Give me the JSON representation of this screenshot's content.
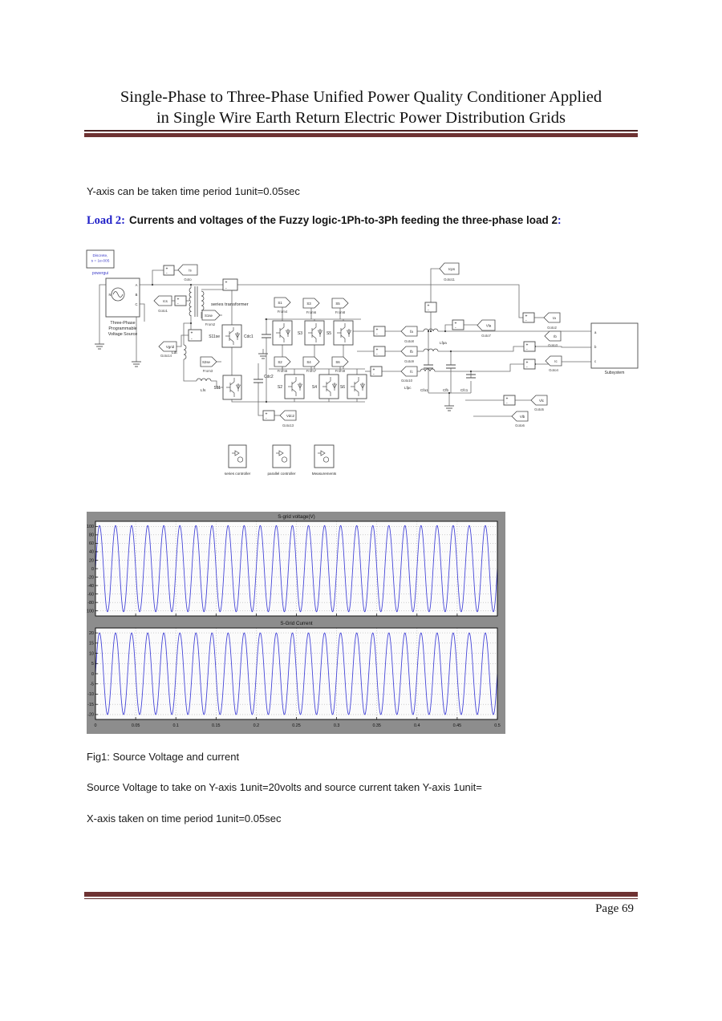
{
  "header": {
    "title_line1": "Single-Phase to Three-Phase Unified Power Quality Conditioner Applied",
    "title_line2": "in Single Wire Earth Return Electric Power Distribution Grids"
  },
  "body": {
    "line1": "Y-axis can be taken time period 1unit=0.05sec",
    "load2_label": "Load 2:",
    "load2_text": "Currents and voltages of the Fuzzy logic-1Ph-to-3Ph feeding the three-phase load 2",
    "load2_colon": ":"
  },
  "diagram": {
    "powergui": {
      "line1": "Discrete,",
      "line2": "s = 1e-005",
      "label": "powergui"
    },
    "source": {
      "label1": "Three-Phase",
      "label2": "Programmable",
      "label3": "Voltage Source",
      "port_n": "N",
      "port_a": "A",
      "port_b": "B",
      "port_c": "C"
    },
    "series_transformer": "series transformer",
    "gotos": [
      {
        "tag": "Is",
        "name": "Goto"
      },
      {
        "tag": "Ics",
        "name": "Goto1"
      },
      {
        "tag": "Vgrid",
        "name": "Goto14"
      },
      {
        "tag": "Icps",
        "name": "Goto11"
      },
      {
        "tag": "fa",
        "name": "Goto8"
      },
      {
        "tag": "fb",
        "name": "Goto9"
      },
      {
        "tag": "fc",
        "name": "Goto10"
      },
      {
        "tag": "Ia",
        "name": "Goto2"
      },
      {
        "tag": "Ib",
        "name": "Goto3"
      },
      {
        "tag": "Ic",
        "name": "Goto4"
      },
      {
        "tag": "Vla",
        "name": "Goto7"
      },
      {
        "tag": "Vlb",
        "name": "Goto6"
      },
      {
        "tag": "Vlc",
        "name": "Goto5"
      },
      {
        "tag": "Vdc2",
        "name": "Goto13"
      }
    ],
    "froms": [
      {
        "tag": "S1se",
        "name": "From2"
      },
      {
        "tag": "S2se",
        "name": "From3"
      },
      {
        "tag": "S1",
        "name": "From4"
      },
      {
        "tag": "S3",
        "name": "From6"
      },
      {
        "tag": "S5",
        "name": "From8"
      },
      {
        "tag": "S2",
        "name": "From5"
      },
      {
        "tag": "S4",
        "name": "From7"
      },
      {
        "tag": "S6",
        "name": "From9"
      }
    ],
    "igbt_labels": {
      "s11se": "S11se",
      "s11": "S11",
      "s2": "S2",
      "s3": "S3",
      "s4": "S4",
      "s5": "S5",
      "s6": "S6"
    },
    "component_labels": {
      "cdc1": "Cdc1",
      "cdc2": "Cdc2",
      "ldt": "Ldt",
      "lfs": "Lfs",
      "lfpa": "Lfpa",
      "lfpc": "Lfpc",
      "cfa1": "Cfa1",
      "cfb": "Cfb",
      "cfc1": "Cfc1"
    },
    "subsystem": {
      "label": "Subsystem",
      "port_a": "a",
      "port_b": "b",
      "port_c": "c"
    },
    "controllers": [
      "series controller",
      "parallel controller",
      "Measurements"
    ]
  },
  "chart_data": [
    {
      "type": "line",
      "title": "S-grid voltage(V)",
      "signal": "sine",
      "amplitude": 102,
      "frequency_hz": 50,
      "cycles": 25,
      "x_range": [
        0,
        0.5
      ],
      "ylim": [
        -112,
        112
      ],
      "yticks": [
        100,
        80,
        60,
        40,
        20,
        0,
        -20,
        -40,
        -60,
        -80,
        -100
      ],
      "xgrid": [
        0.05,
        0.1,
        0.15,
        0.2,
        0.25,
        0.3,
        0.35,
        0.4,
        0.45
      ],
      "show_x_labels": false,
      "line_color": "#4646d8",
      "grid": true
    },
    {
      "type": "line",
      "title": "S-Grid Current",
      "signal": "sine",
      "amplitude": 20,
      "frequency_hz": 50,
      "cycles": 25,
      "x_range": [
        0,
        0.5
      ],
      "ylim": [
        -22.4,
        22.4
      ],
      "yticks": [
        20,
        15,
        10,
        5,
        0,
        -5,
        -10,
        -15,
        -20
      ],
      "xticks": [
        0,
        0.05,
        0.1,
        0.15,
        0.2,
        0.25,
        0.3,
        0.35,
        0.4,
        0.45,
        0.5
      ],
      "show_x_labels": true,
      "line_color": "#4646d8",
      "grid": true
    }
  ],
  "captions": {
    "fig1": "Fig1: Source Voltage and current",
    "line2": "Source Voltage to take on Y-axis 1unit=20volts and source current taken Y-axis 1unit=",
    "line3": "X-axis taken on time period 1unit=0.05sec"
  },
  "footer": {
    "page": "Page 69"
  },
  "colors": {
    "rule": "#6e3232",
    "accent_blue": "#2020c8",
    "powergui_blue": "#3b3bc8",
    "wave": "#4646d8",
    "scope_bg": "#8d8d8d",
    "plot_bg": "#fbfbfb"
  }
}
